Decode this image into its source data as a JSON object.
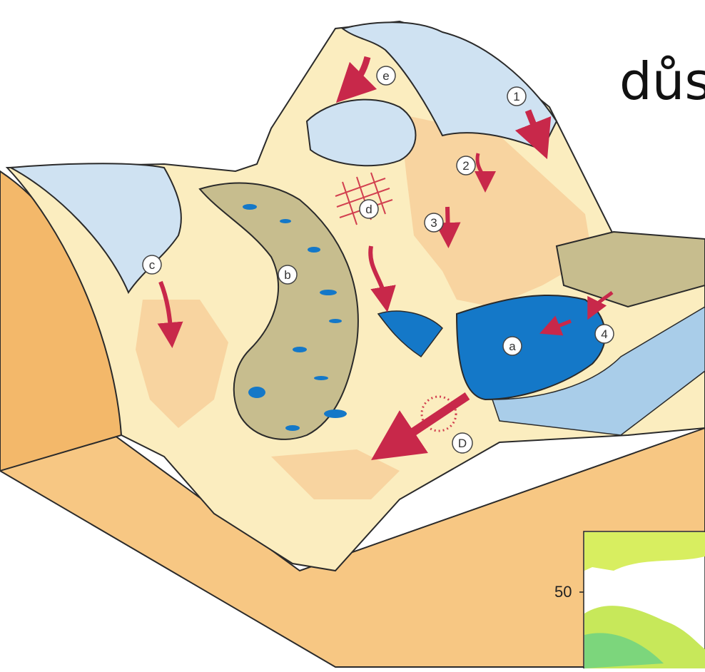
{
  "headline": "důs",
  "labels": {
    "a": "a",
    "b": "b",
    "c": "c",
    "d": "d",
    "e": "e",
    "one": "1",
    "two": "2",
    "three": "3",
    "four": "4",
    "D": "D"
  },
  "inset": {
    "tick": "50"
  },
  "colors": {
    "cliff": "#f7c783",
    "sand": "#fbedbf",
    "ice": "#cfe2f2",
    "water": "#1478c8",
    "river": "#c7bd8e",
    "arrow": "#c8284a",
    "outline": "#2a2a2a"
  },
  "icons": {
    "flow_arrow": "flow-arrow-icon",
    "grid_mark": "crosshatch-icon"
  }
}
